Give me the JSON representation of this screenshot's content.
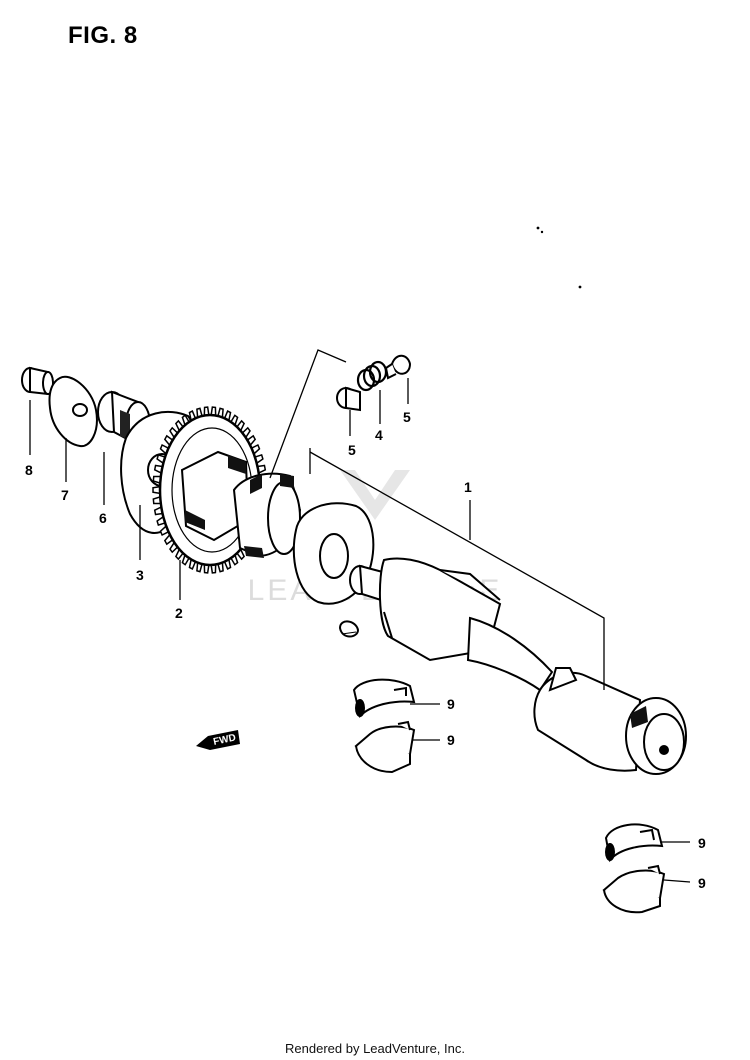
{
  "figure": {
    "title": "FIG. 8"
  },
  "watermark": {
    "text": "LEADVENTURE"
  },
  "direction_marker": {
    "label": "FWD",
    "icon": "forward-arrow-icon"
  },
  "callouts": {
    "c1": "1",
    "c2": "2",
    "c3": "3",
    "c4": "4",
    "c5a": "5",
    "c5b": "5",
    "c6": "6",
    "c7": "7",
    "c8": "8",
    "c9a": "9",
    "c9b": "9",
    "c9c": "9",
    "c9d": "9"
  },
  "footer": {
    "text": "Rendered by LeadVenture, Inc."
  },
  "colors": {
    "line": "#000000",
    "shade": "#1a1a1a",
    "watermark": "#dcdcdc",
    "background": "#ffffff"
  }
}
